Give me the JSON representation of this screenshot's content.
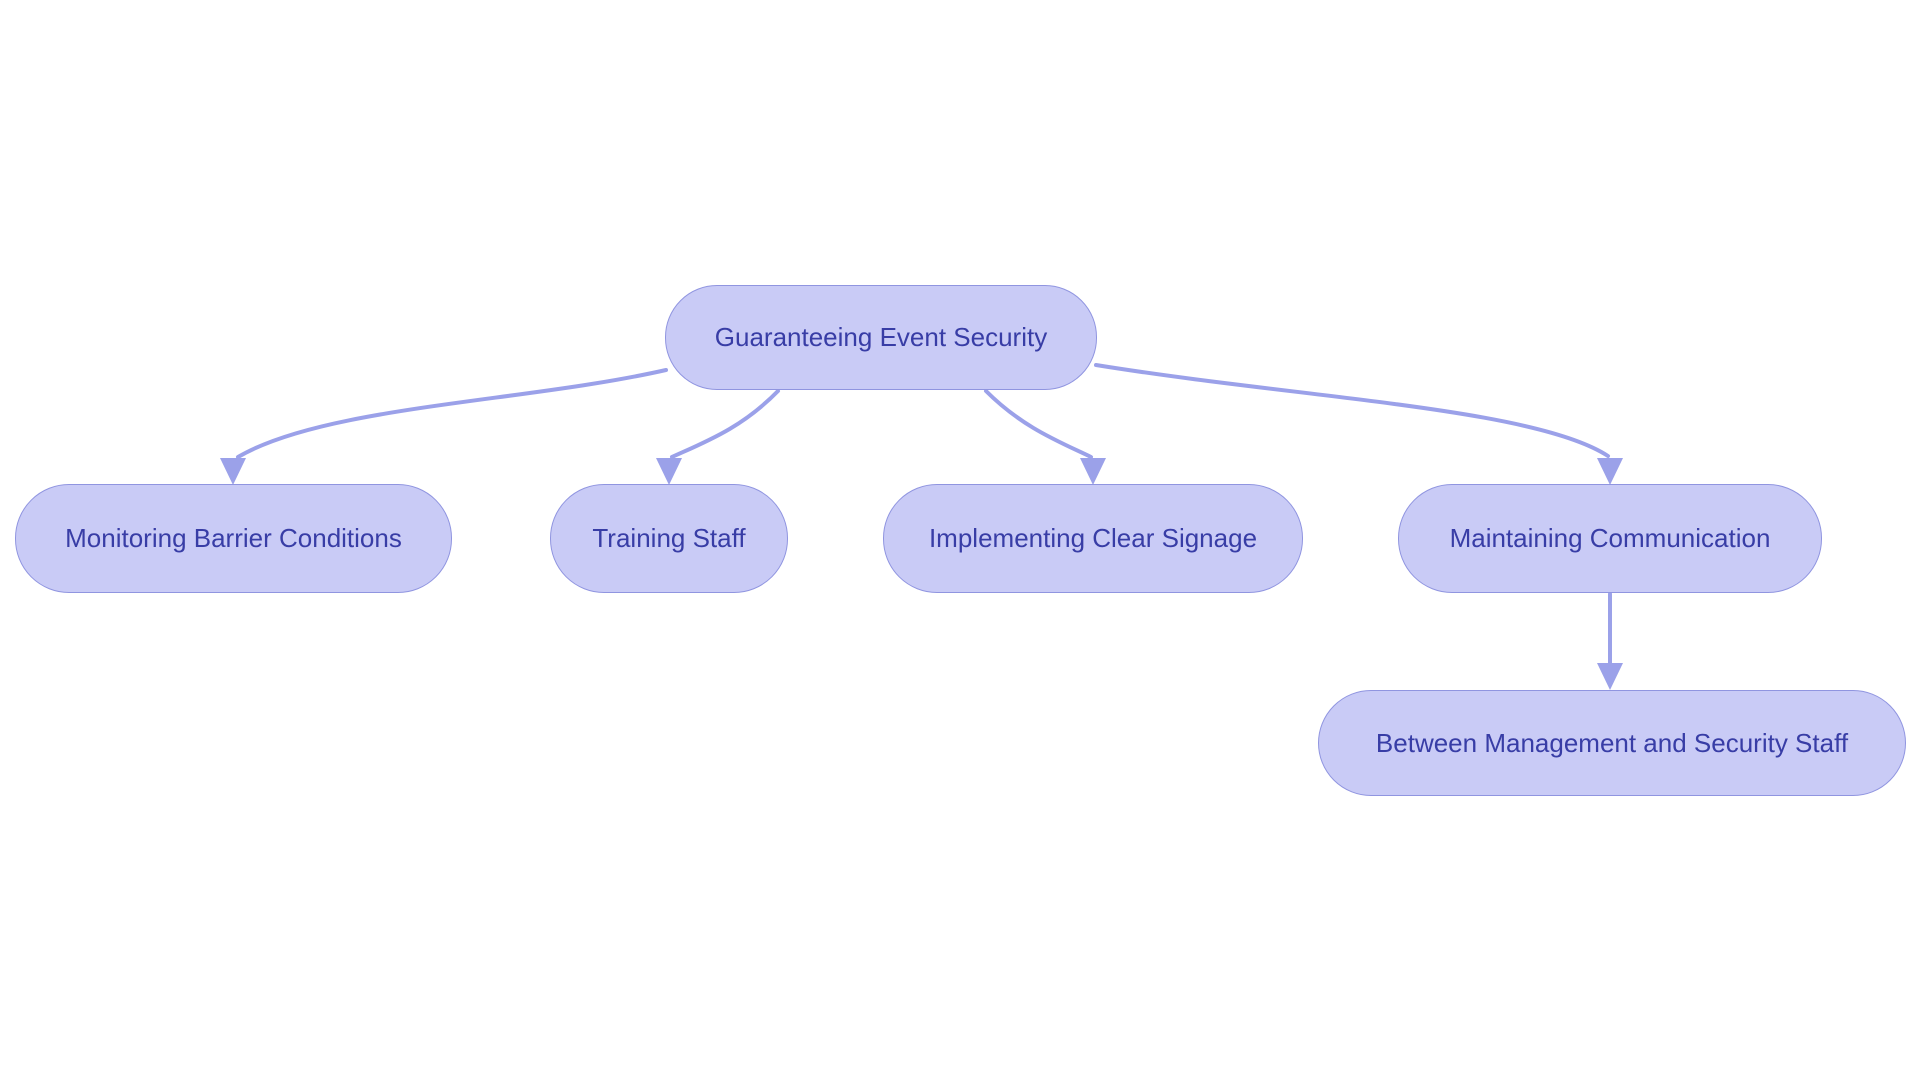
{
  "diagram": {
    "type": "flowchart",
    "background": "#ffffff",
    "colors": {
      "node_fill": "#c9cbf6",
      "node_border": "#9095e0",
      "node_text": "#383da6",
      "edge": "#9ba1e9"
    },
    "nodes": [
      {
        "id": "root",
        "label": "Guaranteeing Event Security"
      },
      {
        "id": "monitoring",
        "label": "Monitoring Barrier Conditions"
      },
      {
        "id": "training",
        "label": "Training Staff"
      },
      {
        "id": "signage",
        "label": "Implementing Clear Signage"
      },
      {
        "id": "communication",
        "label": "Maintaining Communication"
      },
      {
        "id": "between",
        "label": "Between Management and Security Staff"
      }
    ],
    "edges": [
      {
        "from": "root",
        "to": "monitoring"
      },
      {
        "from": "root",
        "to": "training"
      },
      {
        "from": "root",
        "to": "signage"
      },
      {
        "from": "root",
        "to": "communication"
      },
      {
        "from": "communication",
        "to": "between"
      }
    ]
  }
}
